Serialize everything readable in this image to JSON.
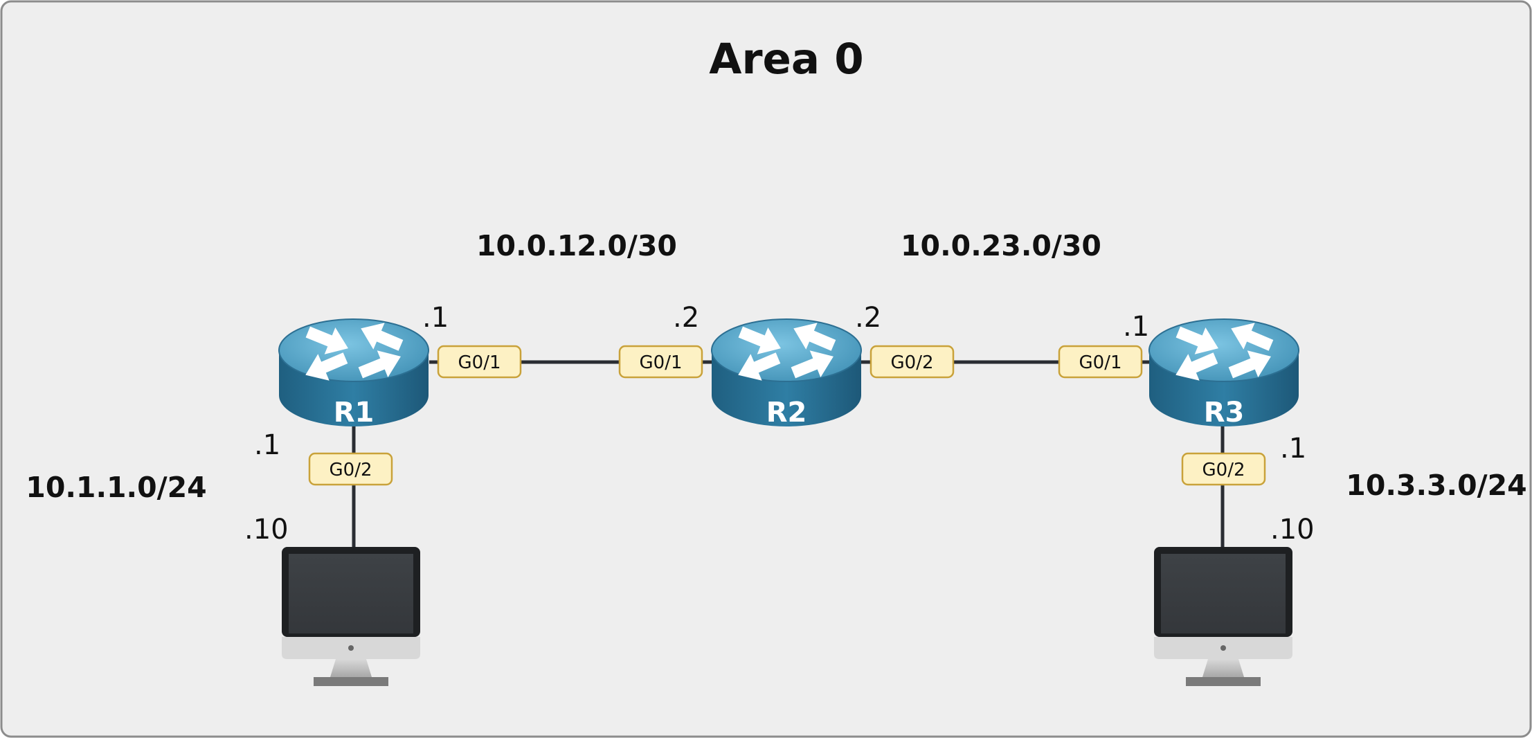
{
  "area": {
    "title": "Area 0"
  },
  "subnets": {
    "r1_r2": "10.0.12.0/30",
    "r2_r3": "10.0.23.0/30",
    "r1_lan": "10.1.1.0/24",
    "r3_lan": "10.3.3.0/24"
  },
  "routers": {
    "r1": {
      "label": "R1"
    },
    "r2": {
      "label": "R2"
    },
    "r3": {
      "label": "R3"
    }
  },
  "interfaces": {
    "r1_g01": "G0/1",
    "r1_g02": "G0/2",
    "r2_g01": "G0/1",
    "r2_g02": "G0/2",
    "r3_g01": "G0/1",
    "r3_g02": "G0/2"
  },
  "host_ids": {
    "r1_g01": ".1",
    "r1_g02": ".1",
    "r2_g01": ".2",
    "r2_g02": ".2",
    "r3_g01": ".1",
    "r3_g02": ".1",
    "pc1": ".10",
    "pc3": ".10"
  },
  "colors": {
    "area_background": "#eeeeee",
    "router_body": "#3f8fb4",
    "interface_label": "#fdf1c4"
  }
}
